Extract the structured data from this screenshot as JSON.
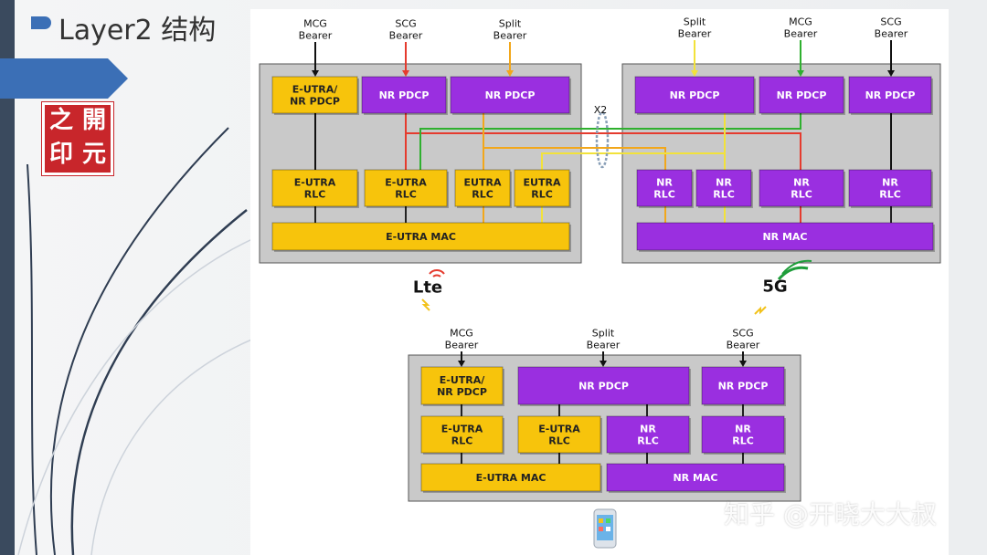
{
  "slide": {
    "title": "Layer2 结构",
    "seal_chars": [
      "之",
      "開",
      "印",
      "元"
    ],
    "watermark": "知乎 @开晓大大叔"
  },
  "colors": {
    "yellow": "#f7c40c",
    "purple": "#9a2fe0",
    "frame": "#c9c9c9",
    "mcg_line": "#111111",
    "scg_line": "#e53b2e",
    "split_line": "#f2a71b",
    "split_top_right_line": "#f2e23a",
    "green_line": "#2fb02f",
    "accent_blue": "#3b6fb6"
  },
  "diagram": {
    "lte_logo": "Lte",
    "nr_logo": "5G",
    "x2_label": "X2",
    "lte_node": {
      "bearers": [
        "MCG\nBearer",
        "SCG\nBearer",
        "Split\nBearer"
      ],
      "boxes": {
        "eutra_nr_pdcp": "E-UTRA/\nNR PDCP",
        "nr_pdcp_scg": "NR PDCP",
        "nr_pdcp_split": "NR PDCP",
        "eutra_rlc_1": "E-UTRA\nRLC",
        "eutra_rlc_2": "E-UTRA\nRLC",
        "eutra_rlc_3": "EUTRA\nRLC",
        "eutra_rlc_4": "EUTRA\nRLC",
        "eutra_mac": "E-UTRA MAC"
      }
    },
    "nr_node": {
      "bearers": [
        "Split\nBearer",
        "MCG\nBearer",
        "SCG\nBearer"
      ],
      "boxes": {
        "nr_pdcp_split": "NR PDCP",
        "nr_pdcp_mcg": "NR PDCP",
        "nr_pdcp_scg": "NR PDCP",
        "nr_rlc_1": "NR\nRLC",
        "nr_rlc_2": "NR\nRLC",
        "nr_rlc_3": "NR\nRLC",
        "nr_rlc_4": "NR\nRLC",
        "nr_mac": "NR MAC"
      }
    },
    "ue": {
      "bearers": [
        "MCG\nBearer",
        "Split\nBearer",
        "SCG\nBearer"
      ],
      "boxes": {
        "eutra_nr_pdcp": "E-UTRA/\nNR PDCP",
        "nr_pdcp_split": "NR PDCP",
        "nr_pdcp_scg": "NR PDCP",
        "eutra_rlc_1": "E-UTRA\nRLC",
        "eutra_rlc_2": "E-UTRA\nRLC",
        "nr_rlc_1": "NR\nRLC",
        "nr_rlc_2": "NR\nRLC",
        "eutra_mac": "E-UTRA MAC",
        "nr_mac": "NR MAC"
      }
    }
  }
}
